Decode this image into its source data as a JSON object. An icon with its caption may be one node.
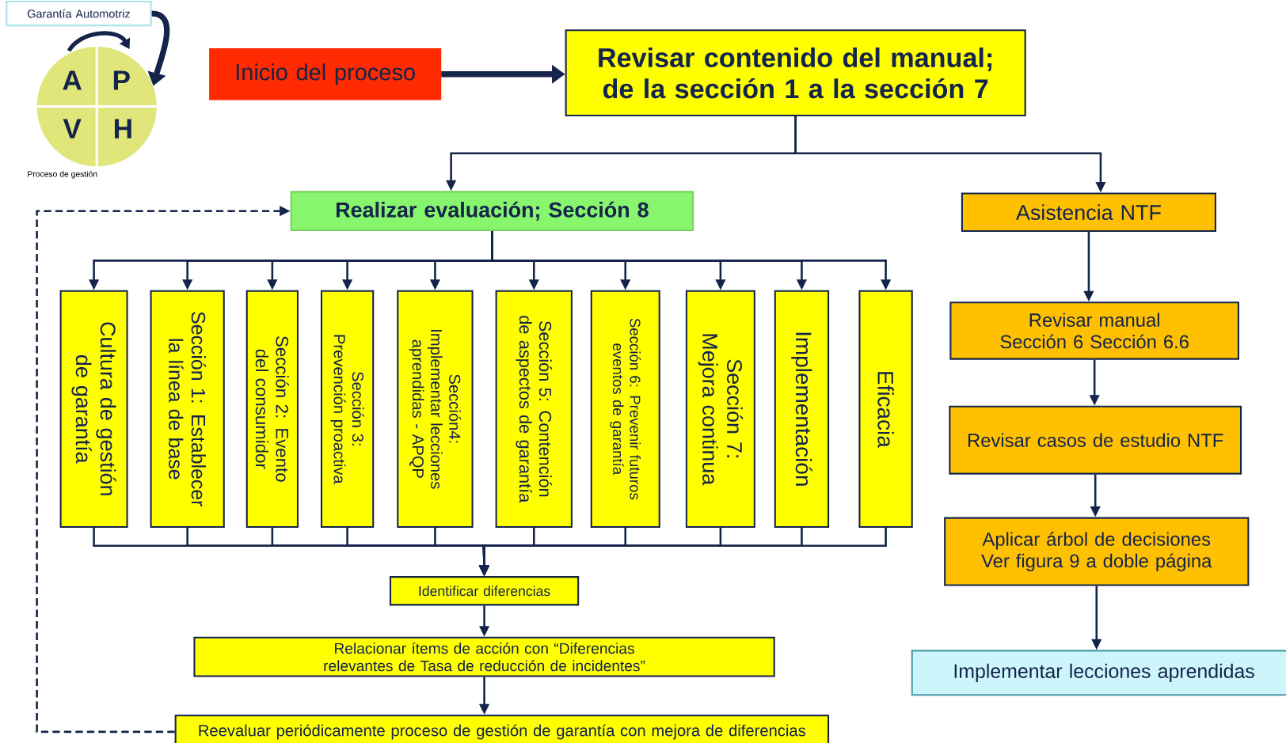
{
  "diagram": {
    "nodes": [
      {
        "text": [
          "Garantía Automotriz"
        ]
      },
      {
        "text": [
          "A",
          "P",
          "V",
          "H"
        ],
        "beside": [
          "Proceso de gestión"
        ]
      },
      {
        "text": [
          "Inicio del proceso"
        ]
      },
      {
        "text": [
          "Revisar contenido del manual; de la sección 1 a la sección 7"
        ]
      },
      {
        "text": [
          "Realizar evaluación; Sección 8"
        ]
      },
      {
        "text": [
          "Asistencia NTF"
        ]
      },
      {
        "text": [
          "Cultura de gestión de garantía"
        ]
      },
      {
        "text": [
          "Sección 1: Establecer la línea de base"
        ]
      },
      {
        "text": [
          "Sección 2: Evento del consumidor"
        ]
      },
      {
        "text": [
          "Sección 3: Prevención proactiva"
        ]
      },
      {
        "text": [
          "Sección4: Implementar lecciones aprendidas - APQP"
        ]
      },
      {
        "text": [
          "Sección 5: Contención de aspectos de garantía"
        ]
      },
      {
        "text": [
          "Sección 6: Prevenir futuros eventos de garantía"
        ]
      },
      {
        "text": [
          "Sección 7: Mejora continua"
        ]
      },
      {
        "text": [
          "Implementación"
        ]
      },
      {
        "text": [
          "Eficacia"
        ]
      },
      {
        "text": [
          "Identificar diferencias"
        ]
      },
      {
        "text": [
          "Relacionar ítems de acción con “Diferencias relevantes de Tasa de reducción de incidentes”"
        ]
      },
      {
        "text": [
          "Reevaluar periódicamente proceso de gestión de garantía con mejora de diferencias"
        ]
      },
      {
        "text": [
          "Revisar manual Sección 6 Sección 6.6"
        ]
      },
      {
        "text": [
          "Revisar casos de estudio NTF"
        ]
      },
      {
        "text": [
          "Aplicar árbol de decisiones Ver figura 9 a doble página"
        ]
      },
      {
        "text": [
          "Implementar lecciones aprendidas"
        ]
      }
    ],
    "edges": [
      {
        "from": 0,
        "to": 1,
        "arrow": "to",
        "style": "thick"
      },
      {
        "from": 2,
        "to": 3,
        "arrow": "to",
        "style": "thick"
      },
      {
        "from": 3,
        "to": 4,
        "arrow": "to"
      },
      {
        "from": 3,
        "to": 5,
        "arrow": "to"
      },
      {
        "from": 4,
        "to": 6,
        "arrow": "to"
      },
      {
        "from": 4,
        "to": 7,
        "arrow": "to"
      },
      {
        "from": 4,
        "to": 8,
        "arrow": "to"
      },
      {
        "from": 4,
        "to": 9,
        "arrow": "to"
      },
      {
        "from": 4,
        "to": 10,
        "arrow": "to"
      },
      {
        "from": 4,
        "to": 11,
        "arrow": "to"
      },
      {
        "from": 4,
        "to": 12,
        "arrow": "to"
      },
      {
        "from": 4,
        "to": 13,
        "arrow": "to"
      },
      {
        "from": 4,
        "to": 14,
        "arrow": "to"
      },
      {
        "from": 4,
        "to": 15,
        "arrow": "to"
      },
      {
        "from": 6,
        "to": 16,
        "arrow": "to"
      },
      {
        "from": 7,
        "to": 16,
        "arrow": "to"
      },
      {
        "from": 8,
        "to": 16,
        "arrow": "to"
      },
      {
        "from": 9,
        "to": 16,
        "arrow": "to"
      },
      {
        "from": 10,
        "to": 16,
        "arrow": "to"
      },
      {
        "from": 11,
        "to": 16,
        "arrow": "to"
      },
      {
        "from": 12,
        "to": 16,
        "arrow": "to"
      },
      {
        "from": 13,
        "to": 16,
        "arrow": "to"
      },
      {
        "from": 14,
        "to": 16,
        "arrow": "to"
      },
      {
        "from": 15,
        "to": 16,
        "arrow": "to"
      },
      {
        "from": 16,
        "to": 17,
        "arrow": "to"
      },
      {
        "from": 17,
        "to": 18,
        "arrow": "to"
      },
      {
        "from": 18,
        "to": 4,
        "arrow": "to",
        "style": "dashed"
      },
      {
        "from": 5,
        "to": 19,
        "arrow": "to"
      },
      {
        "from": 19,
        "to": 20,
        "arrow": "to"
      },
      {
        "from": 20,
        "to": 21,
        "arrow": "to"
      },
      {
        "from": 21,
        "to": 22,
        "arrow": "to"
      }
    ]
  }
}
